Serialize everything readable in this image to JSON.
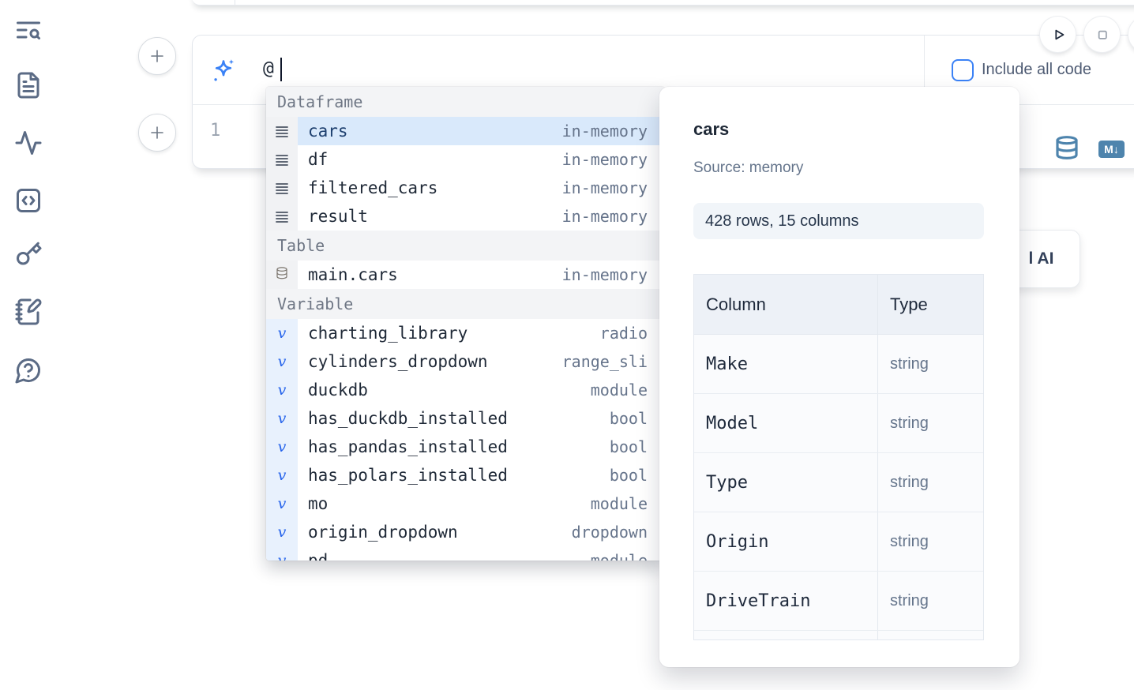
{
  "sidebar": {
    "items": [
      {
        "icon": "text-search-icon"
      },
      {
        "icon": "file-text-icon"
      },
      {
        "icon": "activity-icon"
      },
      {
        "icon": "code-square-icon"
      },
      {
        "icon": "key-icon"
      },
      {
        "icon": "notebook-pen-icon"
      },
      {
        "icon": "help-bubble-icon"
      }
    ]
  },
  "run_controls": {
    "buttons": [
      {
        "icon": "play-icon"
      },
      {
        "icon": "stop-icon"
      },
      {
        "icon": "partial-circle"
      }
    ]
  },
  "cell": {
    "prompt": {
      "icon": "ai-sparkle-icon",
      "value": "@"
    },
    "include_all_code": {
      "checked": false,
      "label": "Include all code"
    },
    "line_number": "1",
    "markdown_badge": "M↓"
  },
  "autocomplete": {
    "sections": [
      {
        "label": "Dataframe",
        "kind": "dataframe",
        "items": [
          {
            "name": "cars",
            "type": "in-memory",
            "selected": true
          },
          {
            "name": "df",
            "type": "in-memory"
          },
          {
            "name": "filtered_cars",
            "type": "in-memory"
          },
          {
            "name": "result",
            "type": "in-memory"
          }
        ]
      },
      {
        "label": "Table",
        "kind": "table",
        "items": [
          {
            "name": "main.cars",
            "type": "in-memory"
          }
        ]
      },
      {
        "label": "Variable",
        "kind": "variable",
        "items": [
          {
            "name": "charting_library",
            "type": "radio"
          },
          {
            "name": "cylinders_dropdown",
            "type": "range_sli"
          },
          {
            "name": "duckdb",
            "type": "module"
          },
          {
            "name": "has_duckdb_installed",
            "type": "bool"
          },
          {
            "name": "has_pandas_installed",
            "type": "bool"
          },
          {
            "name": "has_polars_installed",
            "type": "bool"
          },
          {
            "name": "mo",
            "type": "module"
          },
          {
            "name": "origin_dropdown",
            "type": "dropdown"
          },
          {
            "name": "pd",
            "type": "module",
            "partial": true
          }
        ]
      }
    ]
  },
  "preview_panel": {
    "title": "cars",
    "source": "Source: memory",
    "stats": "428 rows, 15 columns",
    "schema_table": {
      "headers": [
        "Column",
        "Type"
      ],
      "rows": [
        {
          "column": "Make",
          "type": "string"
        },
        {
          "column": "Model",
          "type": "string"
        },
        {
          "column": "Type",
          "type": "string"
        },
        {
          "column": "Origin",
          "type": "string"
        },
        {
          "column": "DriveTrain",
          "type": "string"
        },
        {
          "column": "",
          "type": "",
          "partial": true
        }
      ]
    }
  },
  "ai_button": {
    "visible_label": "l AI"
  }
}
